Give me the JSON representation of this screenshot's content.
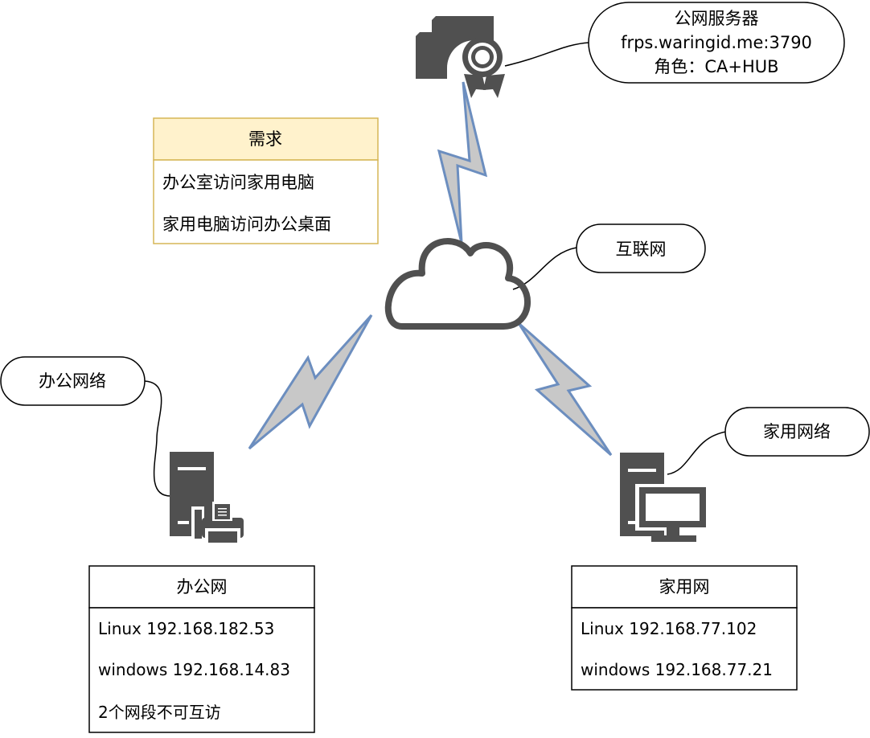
{
  "server_bubble": {
    "title": "公网服务器",
    "address": "frps.waringid.me:3790",
    "role": "角色：CA+HUB"
  },
  "requirements": {
    "header": "需求",
    "items": [
      "办公室访问家用电脑",
      "家用电脑访问办公桌面"
    ]
  },
  "internet_label": "互联网",
  "office_label": "办公网络",
  "home_label": "家用网络",
  "office_table": {
    "header": "办公网",
    "rows": [
      "Linux 192.168.182.53",
      "windows 192.168.14.83",
      "2个网段不可互访"
    ]
  },
  "home_table": {
    "header": "家用网",
    "rows": [
      "Linux 192.168.77.102",
      "windows 192.168.77.21"
    ]
  },
  "colors": {
    "icon": "#505050",
    "bolt_fill": "#c8c8c8",
    "bolt_stroke": "#6c8ebf",
    "note_header": "#fff2cc",
    "note_border": "#d6b656"
  },
  "icons": [
    "certificate-icon",
    "cloud-icon",
    "server-printer-icon",
    "server-monitor-icon"
  ]
}
